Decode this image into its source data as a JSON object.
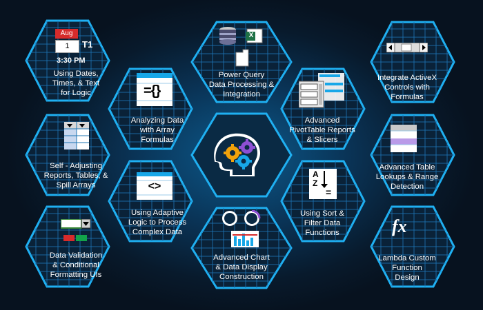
{
  "background_color": "#081626",
  "accent_color": "#1fb0f2",
  "tiles": [
    {
      "id": "dates",
      "label": "Using  Dates,\nTimes, & Text\nfor Logic",
      "icon": "calendar-clock-icon"
    },
    {
      "id": "self-adjusting",
      "label": "Self - Adjusting\nReports, Tables, &\nSpill Arrays",
      "icon": "spill-table-icon"
    },
    {
      "id": "data-validation",
      "label": "Data Validation\n& Conditional\nFormatting UIs",
      "icon": "dropdown-validation-icon"
    },
    {
      "id": "array-formulas",
      "label": "Analyzing Data\nwith Array\nFormulas",
      "icon": "array-braces-icon"
    },
    {
      "id": "adaptive-logic",
      "label": "Using Adaptive\nLogic  to Process\nComplex Data",
      "icon": "code-brackets-icon"
    },
    {
      "id": "power-query",
      "label": "Power Query\nData Processing &\nIntegration",
      "icon": "database-excel-icon"
    },
    {
      "id": "advanced-chart",
      "label": "Advanced Chart\n& Data Display\nConstruction",
      "icon": "chart-dashboard-icon"
    },
    {
      "id": "pivottable",
      "label": "Advanced\nPivotTable Reports\n& Slicers",
      "icon": "pivot-slicer-icon"
    },
    {
      "id": "sort-filter",
      "label": "Using Sort &\nFilter Data\nFunctions",
      "icon": "sort-az-icon"
    },
    {
      "id": "activex",
      "label": "Integrate ActiveX\nControls with\nFormulas",
      "icon": "scrollbar-control-icon"
    },
    {
      "id": "table-lookups",
      "label": "Advanced Table\nLookups & Range\nDetection",
      "icon": "lookup-table-icon"
    },
    {
      "id": "lambda",
      "label": "Lambda Custom\nFunction\nDesign",
      "icon": "fx-function-icon"
    }
  ],
  "center": {
    "icon": "head-gears-icon"
  },
  "calendar": {
    "month": "Aug",
    "day": "1",
    "time": "3:30 PM",
    "text_tag": "T1"
  },
  "excel_badge": "X",
  "brackets": "<>",
  "braces": "={}",
  "fx": "fx",
  "sort": {
    "a": "A",
    "z": "Z",
    "eq": "="
  }
}
